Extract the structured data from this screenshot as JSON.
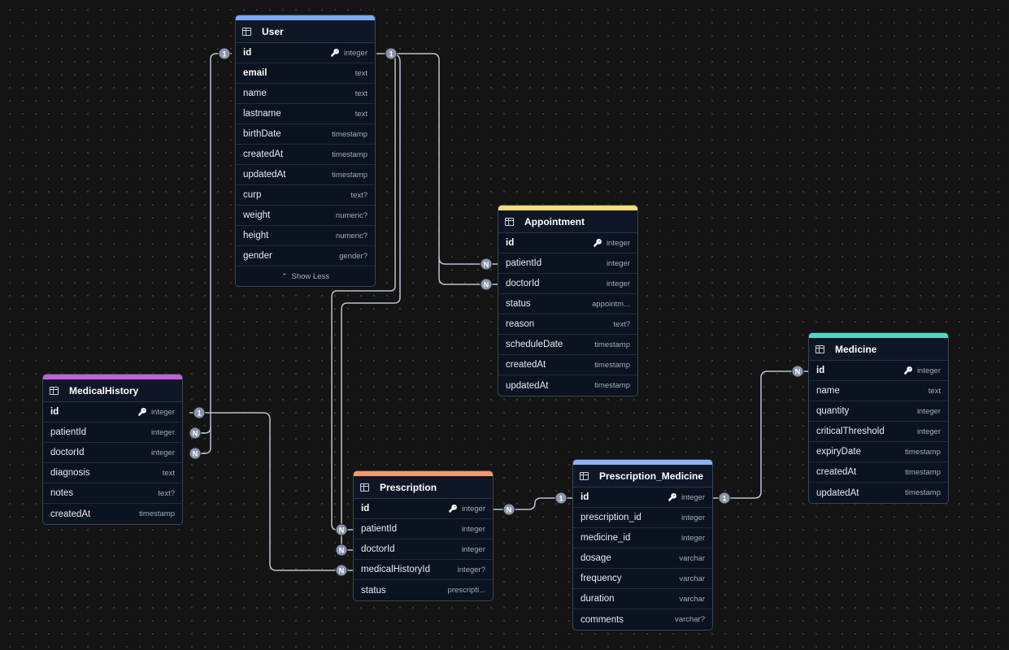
{
  "tables": [
    {
      "id": "user",
      "name": "User",
      "color": "#7fa8ff",
      "columns": [
        {
          "name": "id",
          "type": "integer",
          "pk": true
        },
        {
          "name": "email",
          "type": "text",
          "pk": false,
          "bold": true
        },
        {
          "name": "name",
          "type": "text",
          "pk": false
        },
        {
          "name": "lastname",
          "type": "text",
          "pk": false
        },
        {
          "name": "birthDate",
          "type": "timestamp",
          "pk": false
        },
        {
          "name": "createdAt",
          "type": "timestamp",
          "pk": false
        },
        {
          "name": "updatedAt",
          "type": "timestamp",
          "pk": false
        },
        {
          "name": "curp",
          "type": "text?",
          "pk": false
        },
        {
          "name": "weight",
          "type": "numeric?",
          "pk": false
        },
        {
          "name": "height",
          "type": "numeric?",
          "pk": false
        },
        {
          "name": "gender",
          "type": "gender?",
          "pk": false
        }
      ],
      "footer": "Show Less"
    },
    {
      "id": "appointment",
      "name": "Appointment",
      "color": "#f7dc6f",
      "columns": [
        {
          "name": "id",
          "type": "integer",
          "pk": true
        },
        {
          "name": "patientId",
          "type": "integer",
          "pk": false
        },
        {
          "name": "doctorId",
          "type": "integer",
          "pk": false
        },
        {
          "name": "status",
          "type": "appointm...",
          "pk": false
        },
        {
          "name": "reason",
          "type": "text?",
          "pk": false
        },
        {
          "name": "scheduleDate",
          "type": "timestamp",
          "pk": false
        },
        {
          "name": "createdAt",
          "type": "timestamp",
          "pk": false
        },
        {
          "name": "updatedAt",
          "type": "timestamp",
          "pk": false
        }
      ]
    },
    {
      "id": "medicine",
      "name": "Medicine",
      "color": "#4fd8c4",
      "columns": [
        {
          "name": "id",
          "type": "integer",
          "pk": true
        },
        {
          "name": "name",
          "type": "text",
          "pk": false
        },
        {
          "name": "quantity",
          "type": "integer",
          "pk": false
        },
        {
          "name": "criticalThreshold",
          "type": "integer",
          "pk": false
        },
        {
          "name": "expiryDate",
          "type": "timestamp",
          "pk": false
        },
        {
          "name": "createdAt",
          "type": "timestamp",
          "pk": false
        },
        {
          "name": "updatedAt",
          "type": "timestamp",
          "pk": false
        }
      ]
    },
    {
      "id": "medicalhistory",
      "name": "MedicalHistory",
      "color": "#c85fd6",
      "columns": [
        {
          "name": "id",
          "type": "integer",
          "pk": true
        },
        {
          "name": "patientId",
          "type": "integer",
          "pk": false
        },
        {
          "name": "doctorId",
          "type": "integer",
          "pk": false
        },
        {
          "name": "diagnosis",
          "type": "text",
          "pk": false
        },
        {
          "name": "notes",
          "type": "text?",
          "pk": false
        },
        {
          "name": "createdAt",
          "type": "timestamp",
          "pk": false
        }
      ]
    },
    {
      "id": "prescription",
      "name": "Prescription",
      "color": "#f59a6e",
      "columns": [
        {
          "name": "id",
          "type": "integer",
          "pk": true
        },
        {
          "name": "patientId",
          "type": "integer",
          "pk": false
        },
        {
          "name": "doctorId",
          "type": "integer",
          "pk": false
        },
        {
          "name": "medicalHistoryId",
          "type": "integer?",
          "pk": false
        },
        {
          "name": "status",
          "type": "prescripti...",
          "pk": false
        }
      ]
    },
    {
      "id": "prescription_medicine",
      "name": "Prescription_Medicine",
      "color": "#8fb0ff",
      "columns": [
        {
          "name": "id",
          "type": "integer",
          "pk": true
        },
        {
          "name": "prescription_id",
          "type": "integer",
          "pk": false
        },
        {
          "name": "medicine_id",
          "type": "integer",
          "pk": false
        },
        {
          "name": "dosage",
          "type": "varchar",
          "pk": false
        },
        {
          "name": "frequency",
          "type": "varchar",
          "pk": false
        },
        {
          "name": "duration",
          "type": "varchar",
          "pk": false
        },
        {
          "name": "comments",
          "type": "varchar?",
          "pk": false
        }
      ]
    }
  ],
  "relationships": [
    {
      "from": "user.id",
      "from_card": "1",
      "to": "medicalhistory.patientId",
      "to_card": "N"
    },
    {
      "from": "user.id",
      "from_card": "1",
      "to": "medicalhistory.doctorId",
      "to_card": "N"
    },
    {
      "from": "user.id",
      "from_card": "1",
      "to": "appointment.patientId",
      "to_card": "N"
    },
    {
      "from": "user.id",
      "from_card": "1",
      "to": "appointment.doctorId",
      "to_card": "N"
    },
    {
      "from": "user.id",
      "from_card": "1",
      "to": "prescription.patientId",
      "to_card": "N"
    },
    {
      "from": "user.id",
      "from_card": "1",
      "to": "prescription.doctorId",
      "to_card": "N"
    },
    {
      "from": "medicalhistory.id",
      "from_card": "1",
      "to": "prescription.medicalHistoryId",
      "to_card": "N"
    },
    {
      "from": "prescription_medicine.id",
      "from_card": "1",
      "to": "prescription.id",
      "to_card": "N"
    },
    {
      "from": "prescription_medicine.id",
      "from_card": "1",
      "to": "medicine.id",
      "to_card": "N"
    }
  ],
  "colors": {
    "canvas": "#141414",
    "edge": "#b9c2d0",
    "badge_fill": "#8b95a8"
  },
  "icons": {
    "table": "table-grid-icon",
    "primary_key": "key-icon",
    "show_less": "chevron-up-icon"
  }
}
